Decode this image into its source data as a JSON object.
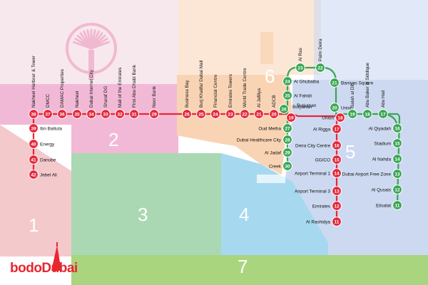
{
  "colors": {
    "red_line": "#e5273a",
    "green_line": "#3aa655",
    "zone1": "#f4c9cc",
    "zone2": "#f2b9d6",
    "zone3": "#aad8b2",
    "zone4": "#a6d9f0",
    "zone5": "#cdd9f1",
    "zone6": "#f9d4b4",
    "zone7": "#a9d57f",
    "land_top": "#f7e8ee",
    "palm": "#f1b9d0",
    "logo": "#e8262f"
  },
  "zones": [
    "1",
    "2",
    "3",
    "4",
    "5",
    "6",
    "7"
  ],
  "red_stations": [
    {
      "num": "38",
      "name": "Nakheel Harbour & Tower"
    },
    {
      "num": "37",
      "name": "DMCC"
    },
    {
      "num": "36",
      "name": "DAMAC Properties"
    },
    {
      "num": "35",
      "name": "Nakheel"
    },
    {
      "num": "34",
      "name": "Dubai Internet City"
    },
    {
      "num": "33",
      "name": "Sharaf DG"
    },
    {
      "num": "32",
      "name": "Mall of the Emirates"
    },
    {
      "num": "31",
      "name": "First Abu Dhabi Bank"
    },
    {
      "num": "29",
      "name": "Noor Bank"
    },
    {
      "num": "26",
      "name": "Business Bay"
    },
    {
      "num": "25",
      "name": "Burj Khalifa/ Dubai Mall"
    },
    {
      "num": "24",
      "name": "Financial Centre"
    },
    {
      "num": "23",
      "name": "Emirates Towers"
    },
    {
      "num": "22",
      "name": "World Trade Centre"
    },
    {
      "num": "21",
      "name": "Al Jafiliya"
    },
    {
      "num": "20",
      "name": "ADCB"
    },
    {
      "num": "19",
      "name": "Burjuman"
    },
    {
      "num": "18",
      "name": "Union"
    },
    {
      "num": "17",
      "name": "Al Rigga"
    },
    {
      "num": "16",
      "name": "Deira City Centre"
    },
    {
      "num": "15",
      "name": "GGICO"
    },
    {
      "num": "14",
      "name": "Airport Terminal 1"
    },
    {
      "num": "13",
      "name": "Airport Terminal 3"
    },
    {
      "num": "12",
      "name": "Emirates"
    },
    {
      "num": "11",
      "name": "Al Rashidya"
    },
    {
      "num": "39",
      "name": "Ibn Battuta"
    },
    {
      "num": "40",
      "name": "Energy"
    },
    {
      "num": "41",
      "name": "Danube"
    },
    {
      "num": "42",
      "name": "Jebel Ali"
    }
  ],
  "green_stations": [
    {
      "num": "30",
      "name": "Creek"
    },
    {
      "num": "29",
      "name": "Al Jadaf"
    },
    {
      "num": "28",
      "name": "Dubai Healthcare City"
    },
    {
      "num": "27",
      "name": "Oud Metha"
    },
    {
      "num": "26",
      "name": "Burjuman"
    },
    {
      "num": "25",
      "name": "Al Fahidi"
    },
    {
      "num": "24",
      "name": "Al Ghubaiba"
    },
    {
      "num": "23",
      "name": "Al Ras"
    },
    {
      "num": "22",
      "name": "Palm Deira"
    },
    {
      "num": "21",
      "name": "Baniyas Square"
    },
    {
      "num": "20",
      "name": "Union"
    },
    {
      "num": "19",
      "name": "Salah al Din"
    },
    {
      "num": "18",
      "name": "Abu Baker al Siddique"
    },
    {
      "num": "17",
      "name": "Abu Hail"
    },
    {
      "num": "16",
      "name": "Al Qiyadah"
    },
    {
      "num": "15",
      "name": "Stadium"
    },
    {
      "num": "14",
      "name": "Al Nahda"
    },
    {
      "num": "13",
      "name": "Dubai Airport Free Zone"
    },
    {
      "num": "12",
      "name": "Al Qusais"
    },
    {
      "num": "11",
      "name": "Etisalat"
    }
  ],
  "logo": {
    "text": "bodoDubai"
  }
}
